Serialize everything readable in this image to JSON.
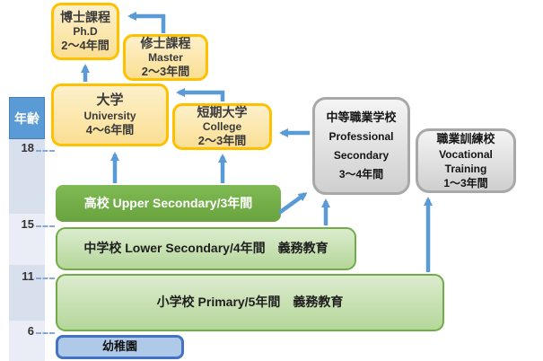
{
  "axis": {
    "label": "年齢",
    "ticks": [
      "18",
      "15",
      "11",
      "6"
    ]
  },
  "boxes": {
    "phd": {
      "line1": "博士課程",
      "line2": "Ph.D",
      "line3": "2〜4年間"
    },
    "master": {
      "line1": "修士課程",
      "line2": "Master",
      "line3": "2〜3年間"
    },
    "university": {
      "line1": "大学",
      "line2": "University",
      "line3": "4〜6年間"
    },
    "college": {
      "line1": "短期大学",
      "line2": "College",
      "line3": "2〜3年間"
    },
    "upper_secondary": {
      "label": "高校 Upper Secondary/3年間"
    },
    "lower_secondary": {
      "label": "中学校 Lower Secondary/4年間　義務教育"
    },
    "primary": {
      "label": "小学校 Primary/5年間　義務教育"
    },
    "kindergarten": {
      "label": "幼稚園"
    },
    "professional_secondary": {
      "line1": "中等職業学校",
      "line2": "Professional",
      "line3": "Secondary",
      "line4": "3〜4年間"
    },
    "vocational_training": {
      "line1": "職業訓練校",
      "line2": "Vocational",
      "line3": "Training",
      "line4": "1〜3年間"
    }
  },
  "colors": {
    "arrow": "#5B9BD5",
    "yellow_border": "#FFC000",
    "yellow_fill_top": "#FDF0CA",
    "yellow_fill_bottom": "#FADF94",
    "dark_green": "#68A33E",
    "light_green_border": "#70AD47",
    "light_green_fill_top": "#DCEBCE",
    "light_green_fill_bottom": "#B5D79A",
    "gray_border": "#A8A8A8",
    "gray_fill_top": "#F4F4F4",
    "gray_fill_bottom": "#CFCFCF",
    "kindergarten_border": "#4472C4",
    "kindergarten_fill": "#AFC9E8",
    "axis_header": "#5B9BD5",
    "band_dark": "#D8E0EE",
    "band_light": "#EAEDF5",
    "gridline": "#86A8D8",
    "text_dark": "#3A3A3A"
  }
}
